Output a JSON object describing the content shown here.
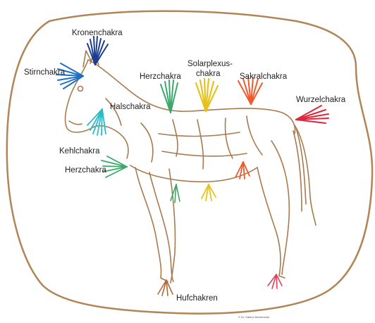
{
  "labels": {
    "kronen": "Kronenchakra",
    "stirn": "Stirnchakra",
    "herz_top": "Herzchakra",
    "solar_line1": "Solarplexus-",
    "solar_line2": "chakra",
    "sakral": "Sakralchakra",
    "wurzel": "Wurzelchakra",
    "hals": "Halschakra",
    "kehl": "Kehlchakra",
    "herz_chest": "Herzchakra",
    "huf": "Hufchakren"
  },
  "copyright": "© Dr. Sabine Berkemeier",
  "colors": {
    "outline": "#b08658",
    "body_line": "#a87a4e",
    "kronen": "#1e3d8f",
    "stirn": "#1f6fc4",
    "hals": "#2bbcc4",
    "herz": "#3aa86a",
    "solar": "#e6c21a",
    "sakral": "#ef5a2a",
    "wurzel": "#e0263a",
    "huf": "#b06a3a",
    "huf_red": "#e0405a"
  }
}
